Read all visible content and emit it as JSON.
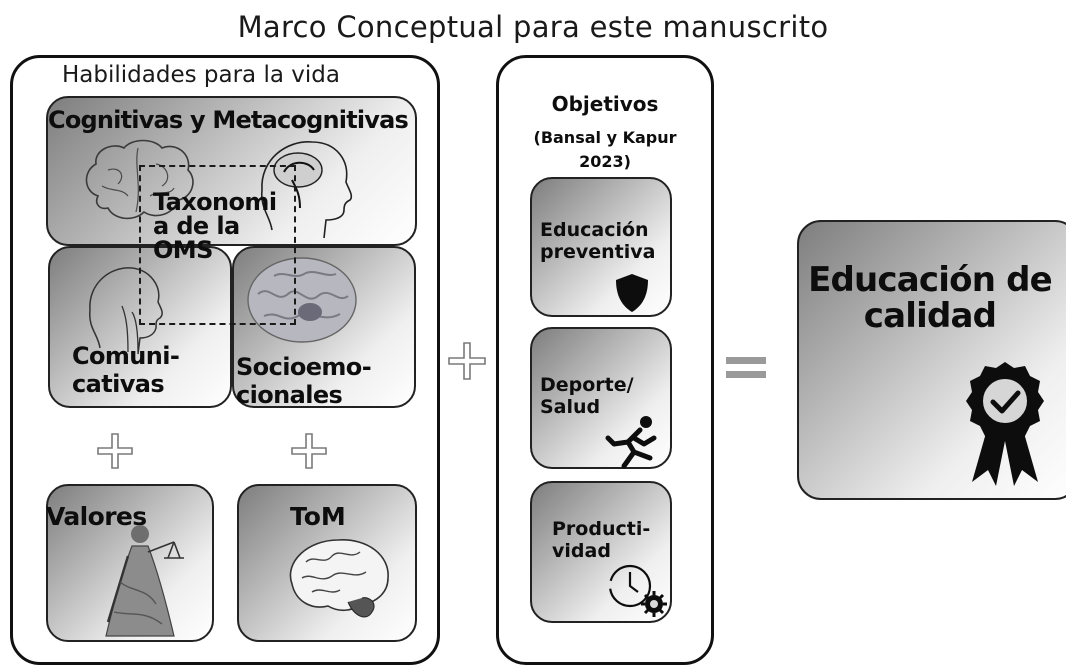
{
  "title": "Marco Conceptual para este manuscrito",
  "skills_panel": {
    "heading": "Habilidades para la vida",
    "cognitive": "Cognitivas y Metacognitivas",
    "who_taxonomy": [
      "Taxonomi",
      "a de la",
      "OMS"
    ],
    "communicative": [
      "Comuni-",
      "cativas"
    ],
    "socioemotional": [
      "Socioemo-",
      "cionales"
    ],
    "values": "Valores",
    "tom": "ToM"
  },
  "objectives_panel": {
    "heading": "Objetivos",
    "source": [
      "(Bansal y Kapur",
      "2023)"
    ],
    "items": [
      {
        "label": [
          "Educación",
          "preventiva"
        ],
        "icon": "shield-icon"
      },
      {
        "label": [
          "Deporte/",
          "Salud"
        ],
        "icon": "runner-icon"
      },
      {
        "label": [
          "Producti-",
          "vidad"
        ],
        "icon": "clock-gear-icon"
      }
    ]
  },
  "result": {
    "label": [
      "Educación de",
      "calidad"
    ],
    "icon": "award-ribbon-icon"
  },
  "operators": {
    "plus": "+",
    "equals": "="
  },
  "colors": {
    "border": "#111111",
    "gradient_dark": "#7e7e7e",
    "gradient_light": "#ffffff",
    "operator": "#8a8a8a"
  }
}
